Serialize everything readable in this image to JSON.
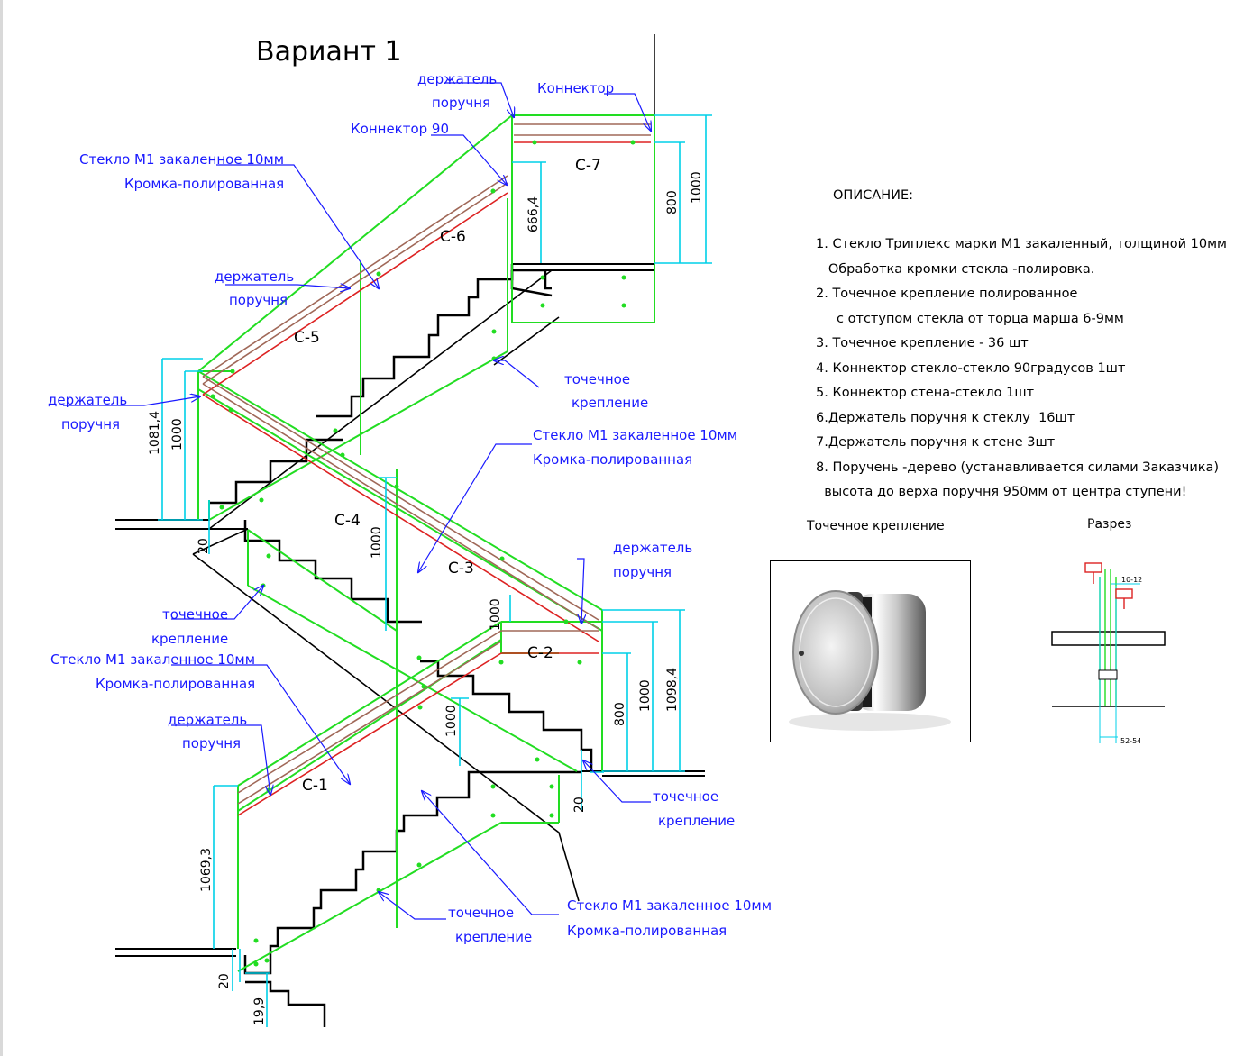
{
  "title": "Вариант 1",
  "labels": {
    "glass_lines": [
      "Стекло М1 закаленное  10мм",
      "Кромка-полированная"
    ],
    "holder_lines": [
      "держатель",
      "поручня"
    ],
    "point_lines": [
      "точечное",
      "крепление"
    ],
    "connector": "Коннектор",
    "connector90": "Коннектор 90"
  },
  "panels": [
    "С-1",
    "С-2",
    "С-3",
    "С-4",
    "С-5",
    "С-6",
    "С-7"
  ],
  "dimensions": {
    "d1000": "1000",
    "d800": "800",
    "d666": "666,4",
    "d1081": "1081,4",
    "d1098": "1098,4",
    "d1069": "1069,3",
    "d20": "20",
    "d199": "19,9"
  },
  "description": {
    "heading": "ОПИСАНИЕ:",
    "lines": [
      "1. Стекло Триплекс марки М1 закаленный, толщиной 10мм",
      "   Обработка кромки стекла -полировка.",
      "2. Точечное крепление полированное",
      "     с отступом стекла от торца марша 6-9мм",
      "3. Точечное крепление - 36 шт",
      "4. Коннектор стекло-стекло 90градусов 1шт",
      "5. Коннектор стена-стекло 1шт",
      "6.Держатель поручня к стеклу  16шт",
      "7.Держатель поручня к стене 3шт",
      "8. Поручень -дерево (устанавливается силами Заказчика)",
      "  высота до верха поручня 950мм от центра ступени!"
    ]
  },
  "photo_caption": "Точечное крепление",
  "section": {
    "caption": "Разрез",
    "dim_top": "10-12",
    "dim_bottom": "52-54"
  },
  "colors": {
    "glass": "#22dd22",
    "handrail_red": "#dd2222",
    "handrail_brown": "#a06858",
    "dimension": "#00d0e8",
    "label": "#1a1aff",
    "stair": "#000000"
  }
}
